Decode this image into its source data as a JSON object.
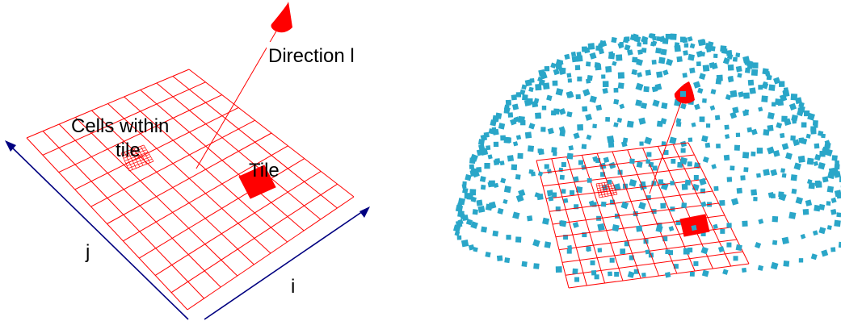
{
  "left_panel": {
    "direction_label": "Direction l",
    "cells_label_line1": "Cells within",
    "cells_label_line2": "tile",
    "tile_label": "Tile",
    "axis_j_label": "j",
    "axis_i_label": "i"
  },
  "colors": {
    "grid": "#ff0000",
    "axis": "#000080",
    "points": "#2aa6c8",
    "tile_fill": "#ff0000"
  },
  "icons": {
    "direction_marker": "red-cone-icon"
  }
}
